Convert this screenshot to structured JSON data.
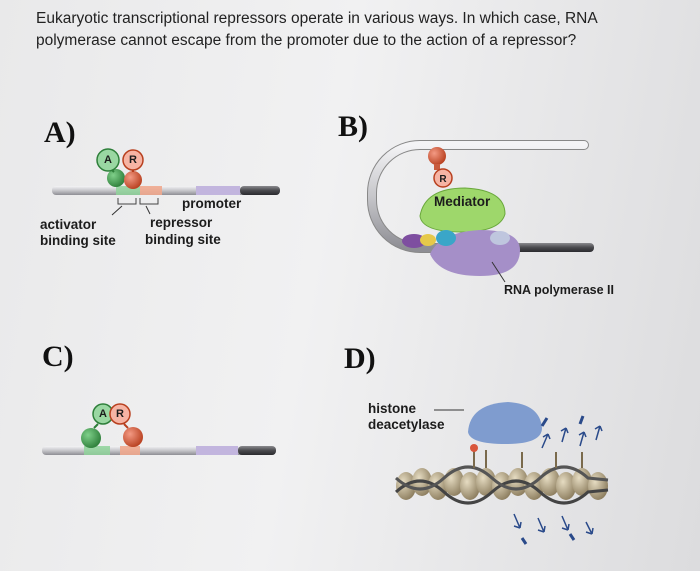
{
  "question": {
    "line1": "Eukaryotic transcriptional repressors operate in various ways. In which case, RNA",
    "line2": "polymerase cannot escape from the promoter due to the action of a repressor?"
  },
  "panels": {
    "a": {
      "letter": "A)",
      "activator_mark": "A",
      "repressor_mark": "R",
      "promoter": "promoter",
      "activator_site_1": "activator",
      "activator_site_2": "binding site",
      "repressor_site_1": "repressor",
      "repressor_site_2": "binding site"
    },
    "b": {
      "letter": "B)",
      "repressor_mark": "R",
      "mediator": "Mediator",
      "pol": "RNA polymerase II"
    },
    "c": {
      "letter": "C)",
      "activator_mark": "A",
      "repressor_mark": "R"
    },
    "d": {
      "letter": "D)",
      "hdac_1": "histone",
      "hdac_2": "deacetylase"
    }
  },
  "colors": {
    "activator": "#3e9a4a",
    "repressor": "#d9573c",
    "promoter": "#b7a9d6",
    "dna": "#c9c9cc",
    "polymerase": "#a58fc8",
    "hdac": "#7f9ccf",
    "histone": "#c9b894"
  }
}
